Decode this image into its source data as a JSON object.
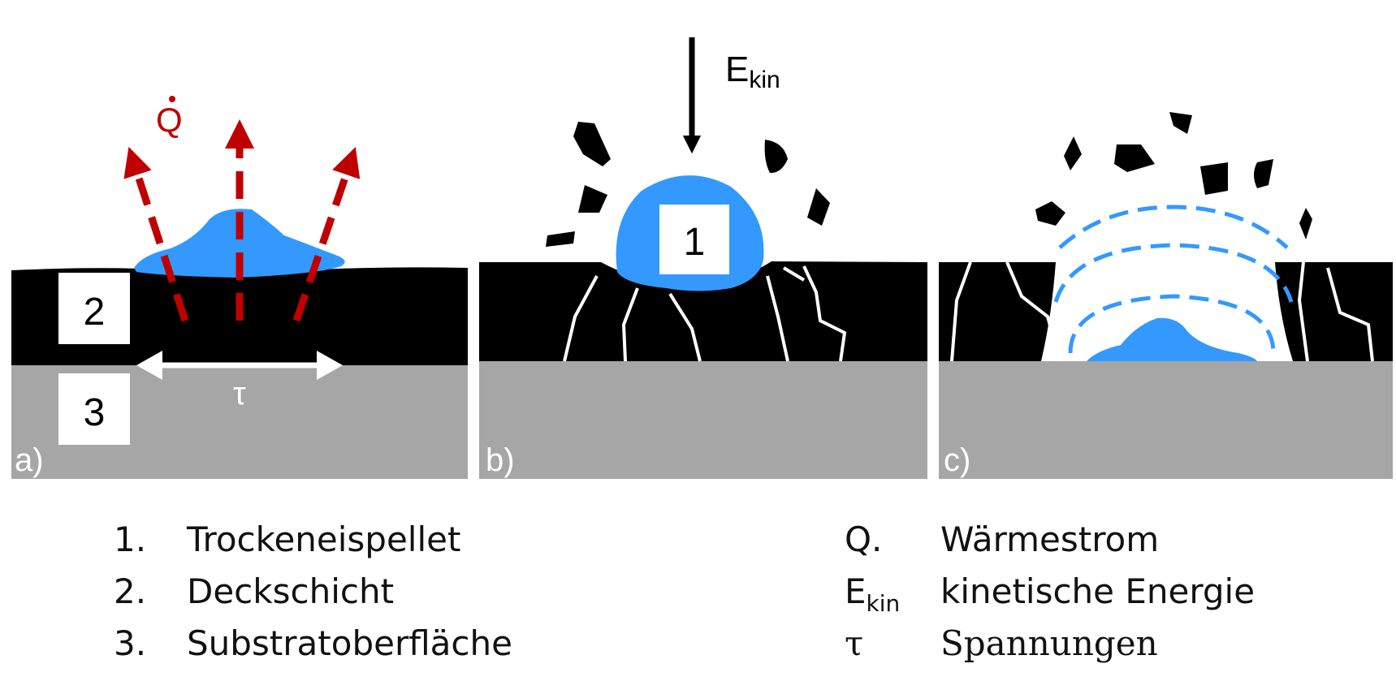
{
  "panels": {
    "a": {
      "label": "a)",
      "box_layer": "2",
      "box_substrate": "3",
      "heat_symbol": "Q",
      "stress_symbol": "τ"
    },
    "b": {
      "label": "b)",
      "box_pellet": "1",
      "energy_symbol": "E",
      "energy_sub": "kin"
    },
    "c": {
      "label": "c)"
    }
  },
  "legend": {
    "left": [
      {
        "num": "1.",
        "text": "Trockeneispellet"
      },
      {
        "num": "2.",
        "text": "Deckschicht"
      },
      {
        "num": "3.",
        "text": "Substratoberfläche"
      }
    ],
    "right": [
      {
        "sym": "Q.",
        "text": "Wärmestrom"
      },
      {
        "sym": "E",
        "sym_sub": "kin",
        "text": "kinetische Energie"
      },
      {
        "sym": "τ",
        "text": "Spannungen"
      }
    ]
  },
  "colors": {
    "coating": "#000000",
    "substrate": "#a6a6a6",
    "pellet": "#3399ff",
    "heat_arrow": "#c00000",
    "crack": "#ffffff"
  }
}
